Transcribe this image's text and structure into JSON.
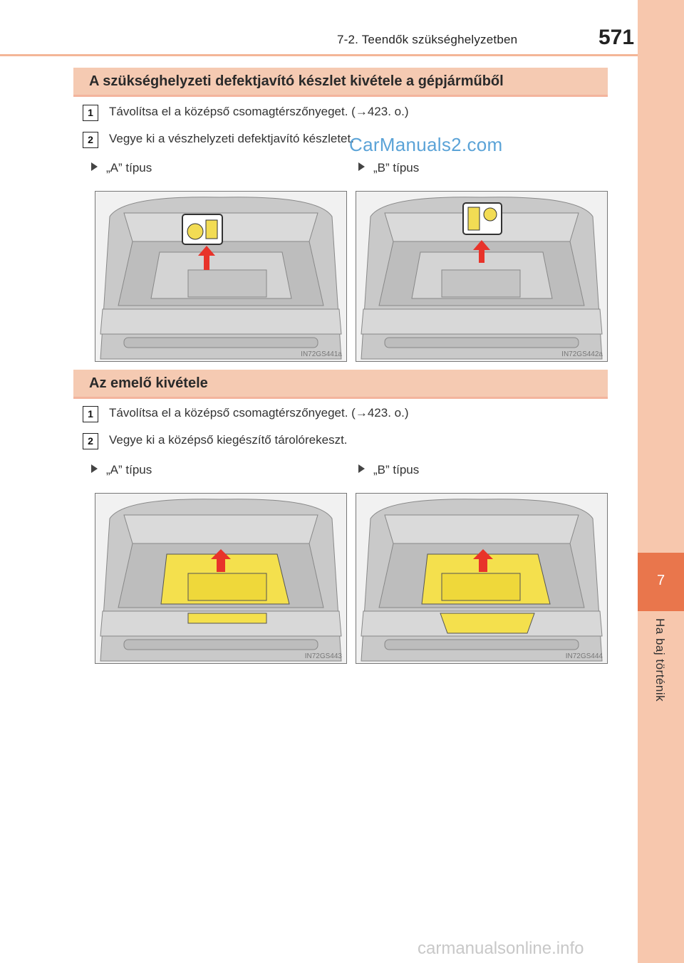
{
  "header": {
    "section": "7-2. Teendők szükséghelyzetben",
    "page_number": "571"
  },
  "side_tab": {
    "chapter_number": "7",
    "chapter_title": "Ha baj történik"
  },
  "sections": [
    {
      "title": "A szükséghelyzeti defektjavító készlet kivétele a gépjárműből",
      "steps": [
        {
          "num": "1",
          "text": "Távolítsa el a középső csomagtérszőnyeget. (→423. o.)"
        },
        {
          "num": "2",
          "text": "Vegye ki a vészhelyzeti defektjavító készletet."
        }
      ],
      "types": [
        "„A” típus",
        "„B” típus"
      ],
      "figures": [
        "IN72GS441a",
        "IN72GS442a"
      ]
    },
    {
      "title": "Az emelő kivétele",
      "steps": [
        {
          "num": "1",
          "text": "Távolítsa el a középső csomagtérszőnyeget. (→423. o.)"
        },
        {
          "num": "2",
          "text": "Vegye ki a középső kiegészítő tárolórekeszt."
        }
      ],
      "types": [
        "„A” típus",
        "„B” típus"
      ],
      "figures": [
        "IN72GS443",
        "IN72GS444"
      ]
    }
  ],
  "watermarks": {
    "top": "CarManuals2.com",
    "footer": "carmanualsonline.info"
  },
  "colors": {
    "accent": "#e9764c",
    "tab": "#f7c7ad",
    "section_bar": "#f5cab2",
    "highlight": "#f4e04d",
    "arrow": "#e8332a"
  }
}
